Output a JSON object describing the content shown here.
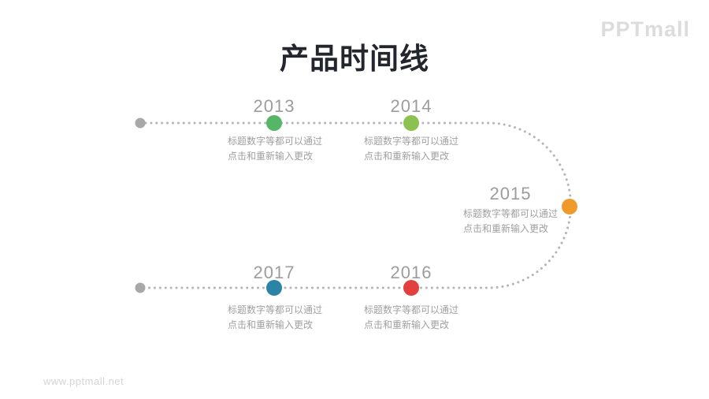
{
  "title": "产品时间线",
  "logo": "PPTmall",
  "watermark": "www.pptmall.net",
  "timeline": {
    "line_color": "#b5b5b5",
    "end_dot_color": "#a8a8a8",
    "milestones": [
      {
        "year": "2013",
        "color": "#56b567",
        "desc1": "标题数字等都可以通过",
        "desc2": "点击和重新输入更改"
      },
      {
        "year": "2014",
        "color": "#8cc152",
        "desc1": "标题数字等都可以通过",
        "desc2": "点击和重新输入更改"
      },
      {
        "year": "2015",
        "color": "#f09a2d",
        "desc1": "标题数字等都可以通过",
        "desc2": "点击和重新输入更改"
      },
      {
        "year": "2016",
        "color": "#e2403e",
        "desc1": "标题数字等都可以通过",
        "desc2": "点击和重新输入更改"
      },
      {
        "year": "2017",
        "color": "#2b84a6",
        "desc1": "标题数字等都可以通过",
        "desc2": "点击和重新输入更改"
      }
    ]
  }
}
